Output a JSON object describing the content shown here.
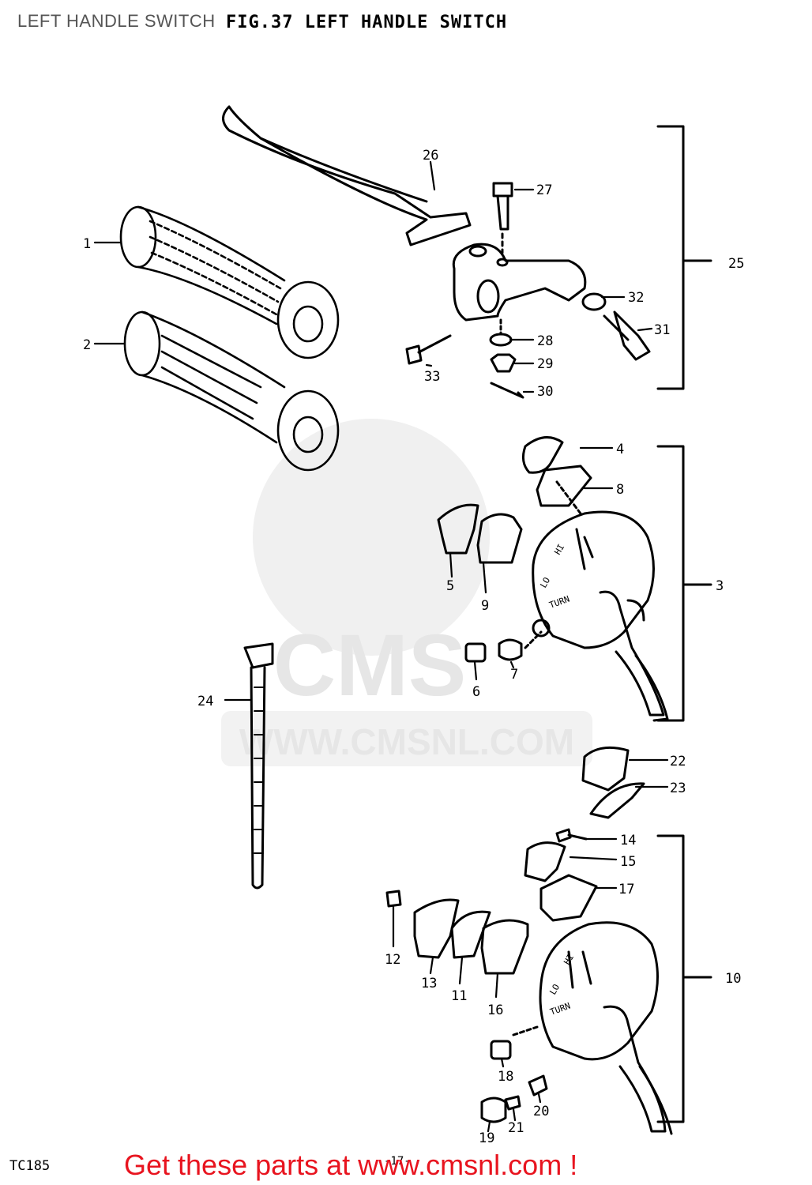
{
  "page": {
    "title": "LEFT HANDLE SWITCH",
    "figure_title": "FIG.37  LEFT HANDLE SWITCH",
    "code": "TC185",
    "page_number": "-17-",
    "banner": "Get these parts at www.cmsnl.com !"
  },
  "watermark": {
    "logo": "CMS",
    "url": "WWW.CMSNL.COM"
  },
  "callouts": [
    {
      "key": "c1",
      "text": "1"
    },
    {
      "key": "c2",
      "text": "2"
    },
    {
      "key": "c3",
      "text": "3"
    },
    {
      "key": "c4",
      "text": "4"
    },
    {
      "key": "c5",
      "text": "5"
    },
    {
      "key": "c6",
      "text": "6"
    },
    {
      "key": "c7",
      "text": "7"
    },
    {
      "key": "c8",
      "text": "8"
    },
    {
      "key": "c9",
      "text": "9"
    },
    {
      "key": "c10",
      "text": "10"
    },
    {
      "key": "c11",
      "text": "11"
    },
    {
      "key": "c12",
      "text": "12"
    },
    {
      "key": "c13",
      "text": "13"
    },
    {
      "key": "c14",
      "text": "14"
    },
    {
      "key": "c15",
      "text": "15"
    },
    {
      "key": "c16",
      "text": "16"
    },
    {
      "key": "c17",
      "text": "17"
    },
    {
      "key": "c18",
      "text": "18"
    },
    {
      "key": "c19",
      "text": "19"
    },
    {
      "key": "c20",
      "text": "20"
    },
    {
      "key": "c21",
      "text": "21"
    },
    {
      "key": "c22",
      "text": "22"
    },
    {
      "key": "c23",
      "text": "23"
    },
    {
      "key": "c24",
      "text": "24"
    },
    {
      "key": "c25",
      "text": "25"
    },
    {
      "key": "c26",
      "text": "26"
    },
    {
      "key": "c27",
      "text": "27"
    },
    {
      "key": "c28",
      "text": "28"
    },
    {
      "key": "c29",
      "text": "29"
    },
    {
      "key": "c30",
      "text": "30"
    },
    {
      "key": "c31",
      "text": "31"
    },
    {
      "key": "c32",
      "text": "32"
    },
    {
      "key": "c33",
      "text": "33"
    }
  ],
  "switch_markings": {
    "hi": "HI",
    "lo": "LO",
    "turn": "TURN"
  },
  "colors": {
    "banner": "#e8141f",
    "line": "#000000",
    "watermark": "#e6e6e6"
  }
}
